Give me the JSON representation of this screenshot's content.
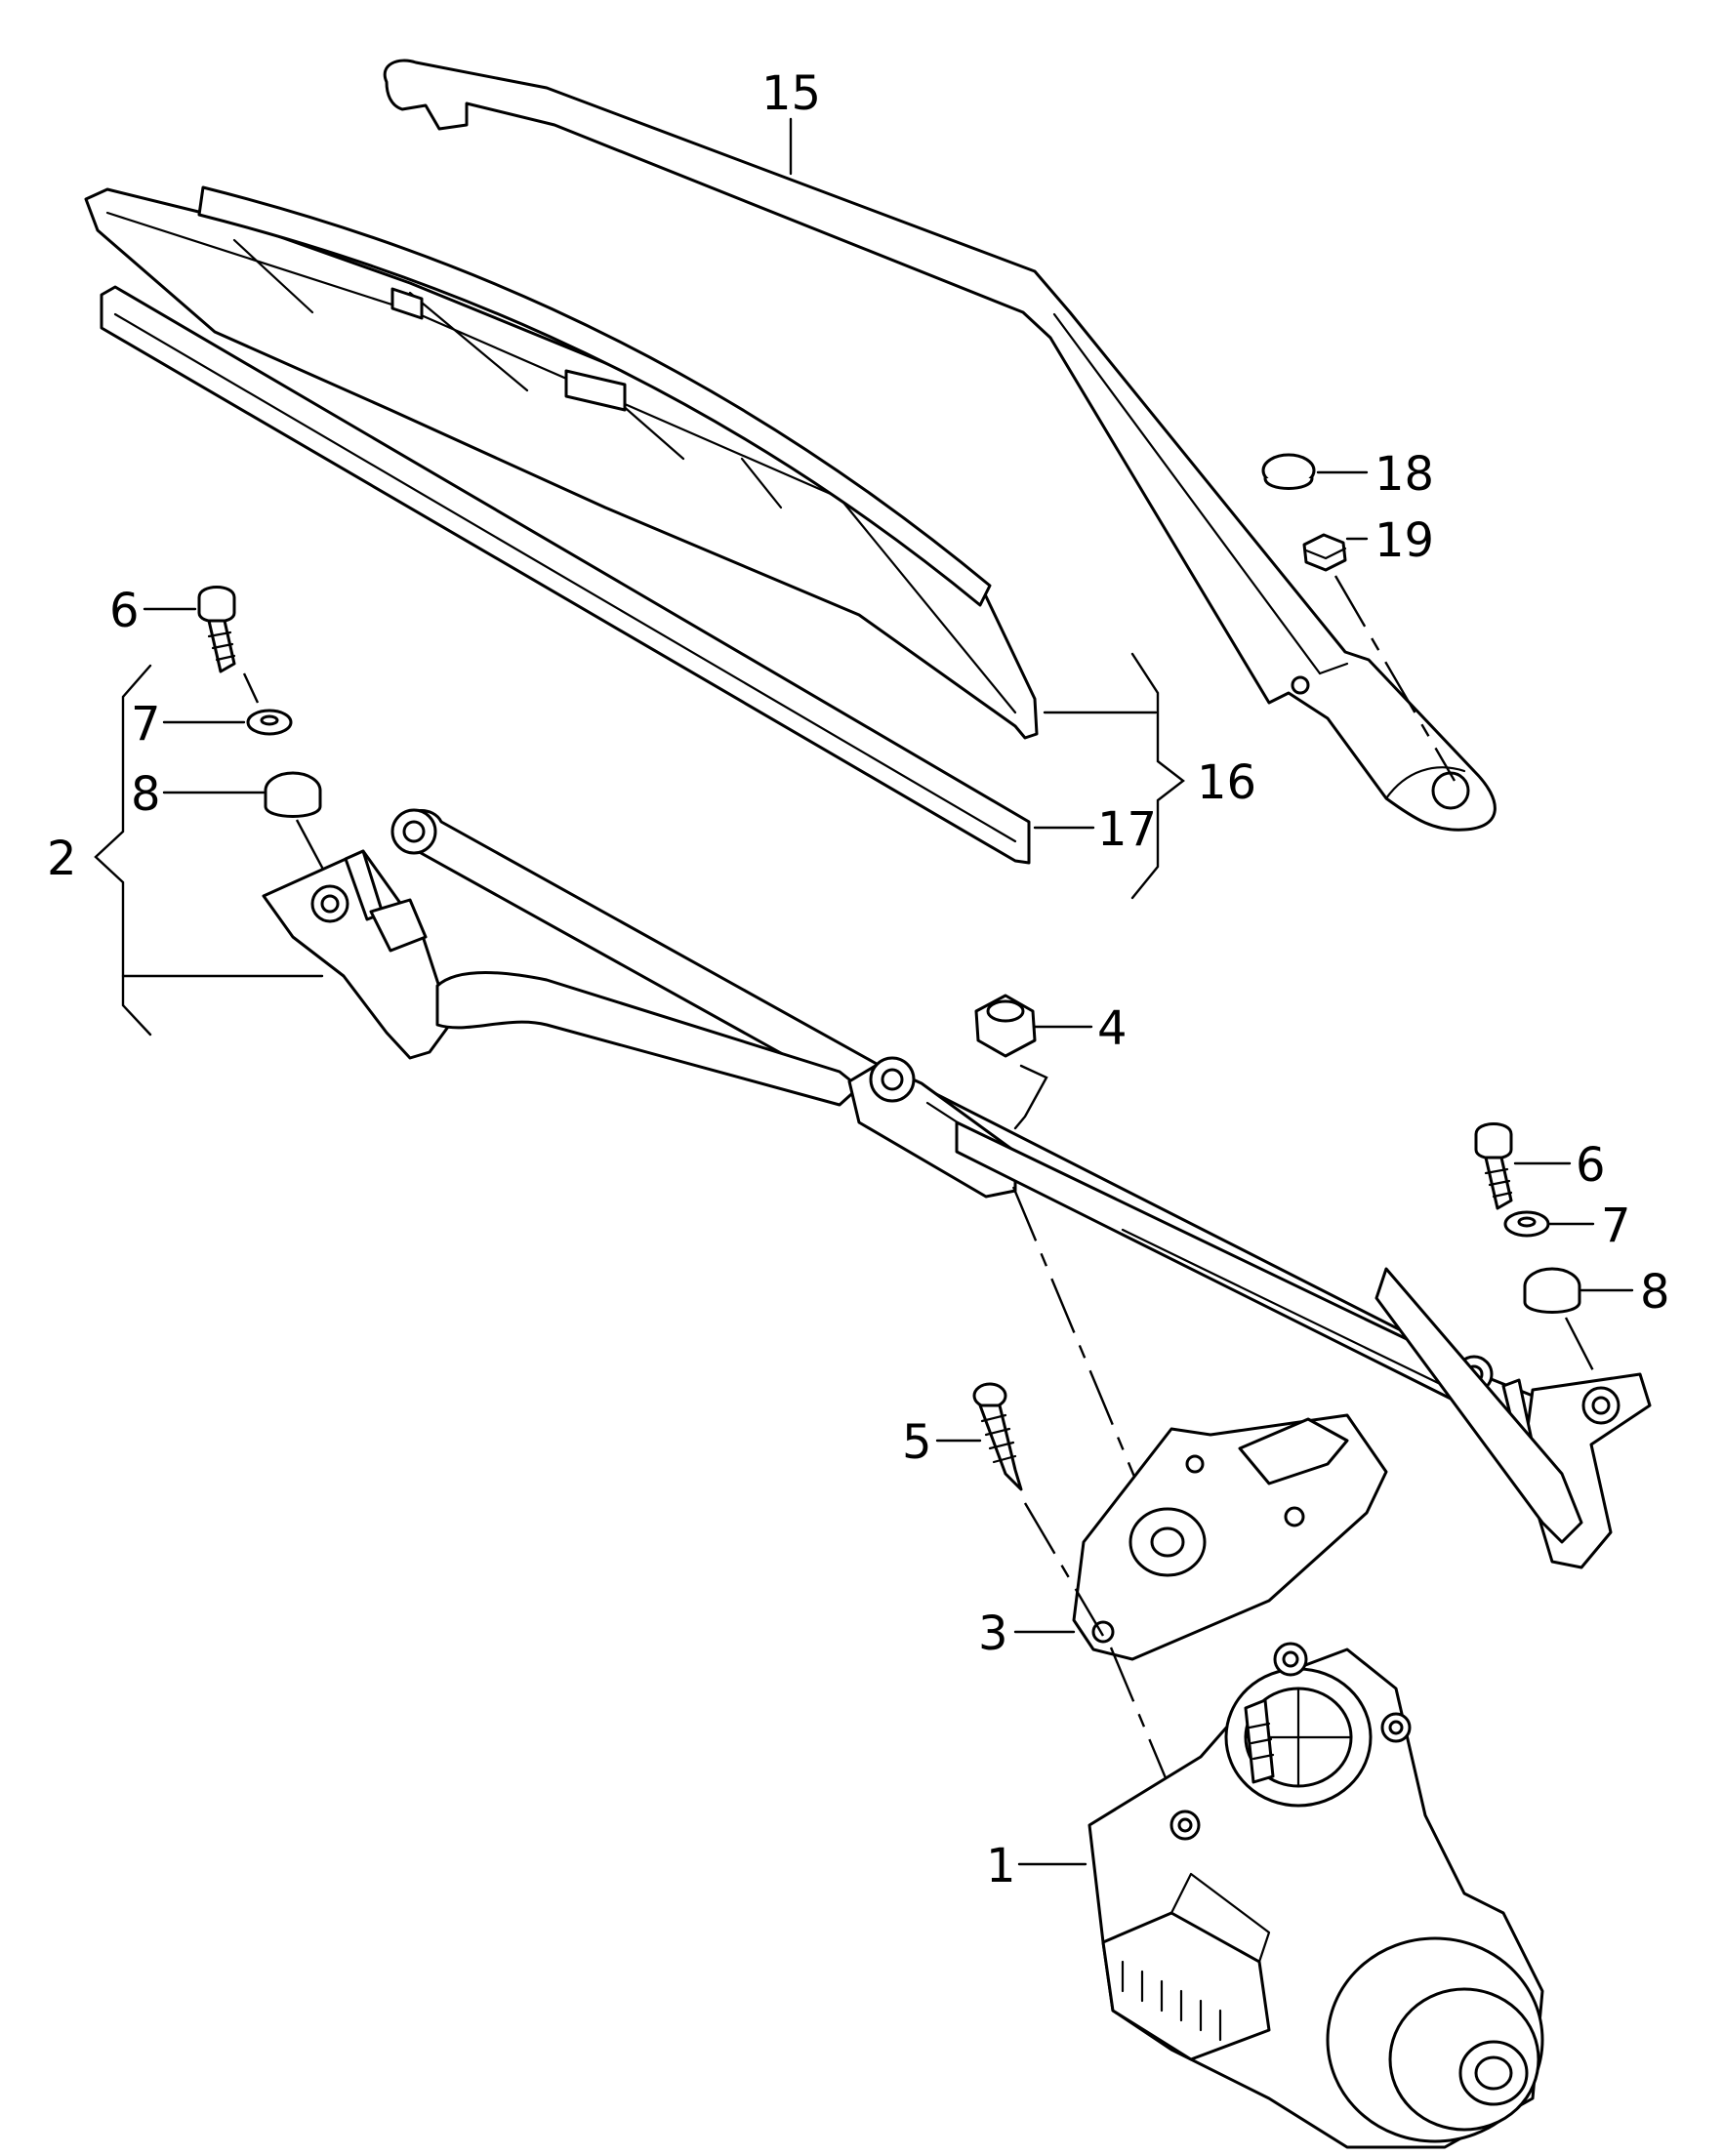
{
  "callouts": {
    "c1": "1",
    "c2": "2",
    "c3": "3",
    "c4": "4",
    "c5": "5",
    "c6_left": "6",
    "c7_left": "7",
    "c8_left": "8",
    "c6_right": "6",
    "c7_right": "7",
    "c8_right": "8",
    "c15": "15",
    "c16": "16",
    "c17": "17",
    "c18": "18",
    "c19": "19"
  }
}
